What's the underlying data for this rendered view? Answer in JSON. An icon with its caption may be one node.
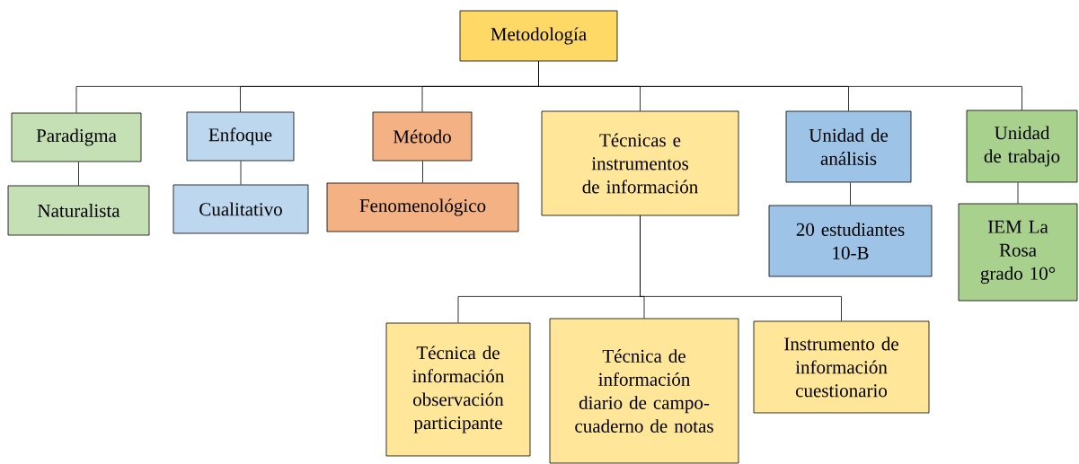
{
  "diagram": {
    "nodes": [
      {
        "text": [
          "Metodología"
        ]
      },
      {
        "text": [
          "Paradigma"
        ]
      },
      {
        "text": [
          "Naturalista"
        ]
      },
      {
        "text": [
          "Enfoque"
        ]
      },
      {
        "text": [
          "Cualitativo"
        ]
      },
      {
        "text": [
          "Método"
        ]
      },
      {
        "text": [
          "Fenomenológico"
        ]
      },
      {
        "text": [
          "Técnicas e instrumentos de información"
        ]
      },
      {
        "text": [
          "Unidad de análisis"
        ]
      },
      {
        "text": [
          "20 estudiantes 10-B"
        ]
      },
      {
        "text": [
          "Unidad de trabajo"
        ]
      },
      {
        "text": [
          "IEM La Rosa grado 10°"
        ]
      },
      {
        "text": [
          "Técnica de información observación participante"
        ]
      },
      {
        "text": [
          "Técnica de información diario de campo-cuaderno de notas"
        ]
      },
      {
        "text": [
          "Instrumento de información cuestionario"
        ]
      }
    ],
    "edges": [
      {
        "from": 0,
        "to": 1,
        "arrow": "none"
      },
      {
        "from": 0,
        "to": 3,
        "arrow": "none"
      },
      {
        "from": 0,
        "to": 5,
        "arrow": "none"
      },
      {
        "from": 0,
        "to": 7,
        "arrow": "none"
      },
      {
        "from": 0,
        "to": 8,
        "arrow": "none"
      },
      {
        "from": 0,
        "to": 10,
        "arrow": "none"
      },
      {
        "from": 1,
        "to": 2,
        "arrow": "none"
      },
      {
        "from": 3,
        "to": 4,
        "arrow": "none"
      },
      {
        "from": 5,
        "to": 6,
        "arrow": "none"
      },
      {
        "from": 8,
        "to": 9,
        "arrow": "none"
      },
      {
        "from": 10,
        "to": 11,
        "arrow": "none"
      },
      {
        "from": 7,
        "to": 12,
        "arrow": "none"
      },
      {
        "from": 7,
        "to": 13,
        "arrow": "none"
      },
      {
        "from": 7,
        "to": 14,
        "arrow": "none"
      }
    ]
  }
}
